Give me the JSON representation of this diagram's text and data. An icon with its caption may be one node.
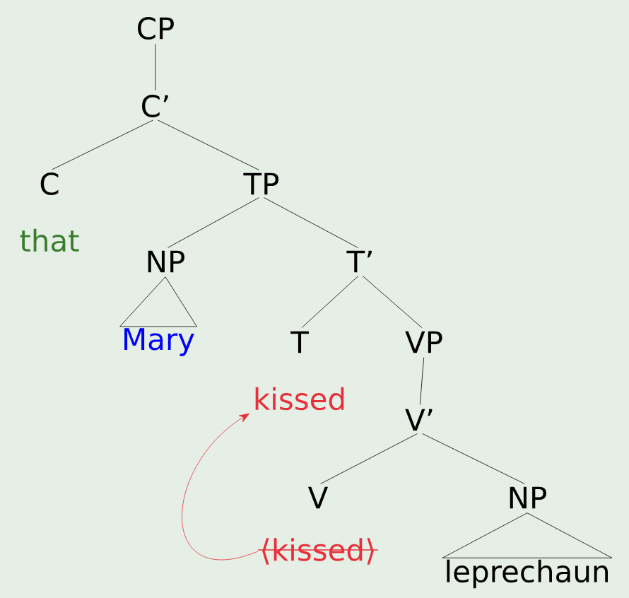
{
  "diagram": {
    "nodes": [
      {
        "text": [
          "CP"
        ]
      },
      {
        "text": [
          "C’"
        ]
      },
      {
        "text": [
          "C"
        ]
      },
      {
        "text": [
          "TP"
        ]
      },
      {
        "text": [
          "that"
        ]
      },
      {
        "text": [
          "NP"
        ]
      },
      {
        "text": [
          "T’"
        ]
      },
      {
        "text": [
          "Mary"
        ]
      },
      {
        "text": [
          "T"
        ]
      },
      {
        "text": [
          "VP"
        ]
      },
      {
        "text": [
          "kissed"
        ]
      },
      {
        "text": [
          "V’"
        ]
      },
      {
        "text": [
          "V"
        ]
      },
      {
        "text": [
          "NP"
        ]
      },
      {
        "text": [
          "⟨kissed⟩"
        ]
      },
      {
        "text": [
          "leprechaun"
        ]
      }
    ],
    "edges": [
      {
        "from": 0,
        "to": 1,
        "arrow": "none"
      },
      {
        "from": 1,
        "to": 2,
        "arrow": "none"
      },
      {
        "from": 1,
        "to": 3,
        "arrow": "none"
      },
      {
        "from": 3,
        "to": 5,
        "arrow": "none"
      },
      {
        "from": 3,
        "to": 6,
        "arrow": "none"
      },
      {
        "from": 5,
        "to": 7,
        "arrow": "none"
      },
      {
        "from": 6,
        "to": 8,
        "arrow": "none"
      },
      {
        "from": 6,
        "to": 9,
        "arrow": "none"
      },
      {
        "from": 9,
        "to": 11,
        "arrow": "none"
      },
      {
        "from": 11,
        "to": 12,
        "arrow": "none"
      },
      {
        "from": 11,
        "to": 13,
        "arrow": "none"
      },
      {
        "from": 13,
        "to": 15,
        "arrow": "none"
      },
      {
        "from": 14,
        "to": 10,
        "arrow": "to",
        "color": "#e8303a"
      }
    ]
  }
}
